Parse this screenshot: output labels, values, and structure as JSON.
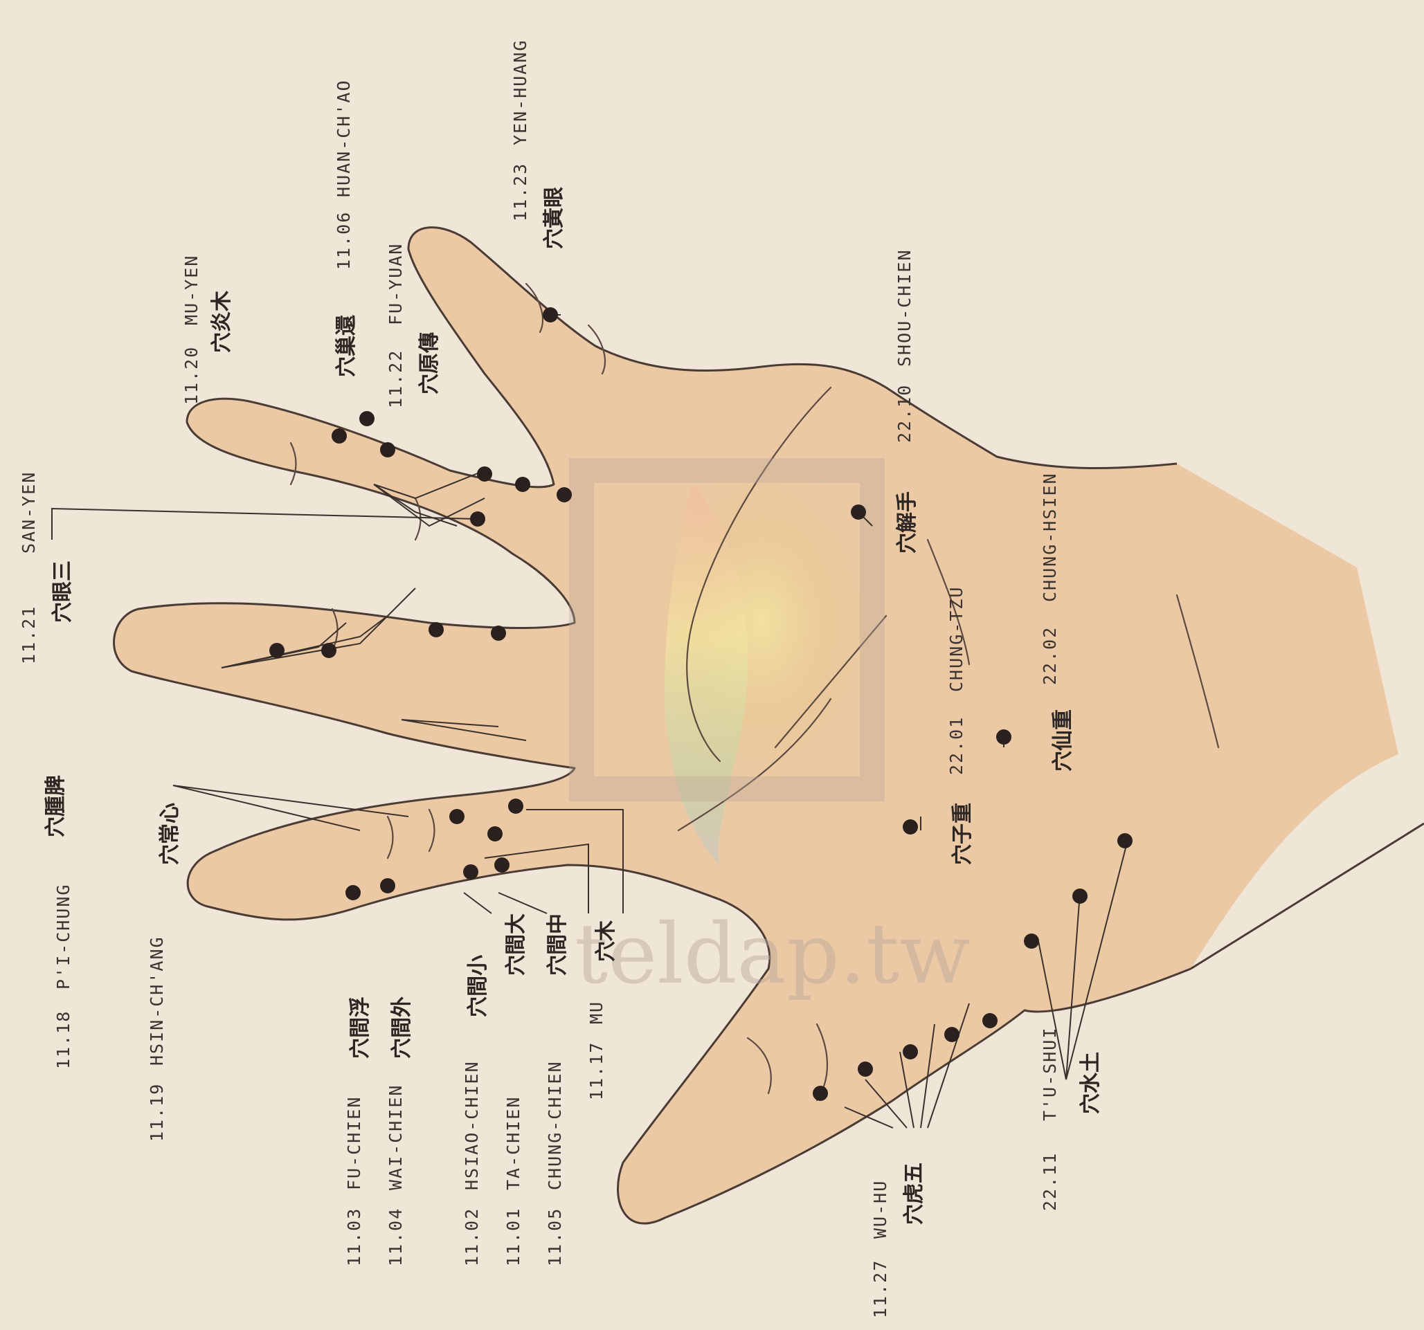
{
  "watermark": "teldap.tw",
  "points": [
    {
      "code": "11.21",
      "roman": "SAN-YEN",
      "chinese": "穴眼三"
    },
    {
      "code": "11.20",
      "roman": "MU-YEN",
      "chinese": "穴炎木"
    },
    {
      "code": "11.06",
      "roman": "HUAN-CH'AO",
      "chinese": "穴巢還"
    },
    {
      "code": "11.22",
      "roman": "FU-YUAN",
      "chinese": "穴原傳"
    },
    {
      "code": "11.23",
      "roman": "YEN-HUANG",
      "chinese": "穴黃眼"
    },
    {
      "code": "22.10",
      "roman": "SHOU-CHIEN",
      "chinese": "穴解手"
    },
    {
      "code": "22.02",
      "roman": "CHUNG-HSIEN",
      "chinese": "穴仙重"
    },
    {
      "code": "22.01",
      "roman": "CHUNG-TZU",
      "chinese": "穴子重"
    },
    {
      "code": "22.11",
      "roman": "T'U-SHUI",
      "chinese": "穴水土"
    },
    {
      "code": "11.27",
      "roman": "WU-HU",
      "chinese": "穴虎五"
    },
    {
      "code": "11.18",
      "roman": "P'I-CHUNG",
      "chinese": "穴腫脾"
    },
    {
      "code": "11.19",
      "roman": "HSIN-CH'ANG",
      "chinese": "穴常心"
    },
    {
      "code": "11.03",
      "roman": "FU-CHIEN",
      "chinese": "穴間浮"
    },
    {
      "code": "11.04",
      "roman": "WAI-CHIEN",
      "chinese": "穴間外"
    },
    {
      "code": "11.02",
      "roman": "HSIAO-CHIEN",
      "chinese": "穴間小"
    },
    {
      "code": "11.01",
      "roman": "TA-CHIEN",
      "chinese": "穴間大"
    },
    {
      "code": "11.05",
      "roman": "CHUNG-CHIEN",
      "chinese": "穴間中"
    },
    {
      "code": "11.17",
      "roman": "MU",
      "chinese": "穴木"
    }
  ]
}
